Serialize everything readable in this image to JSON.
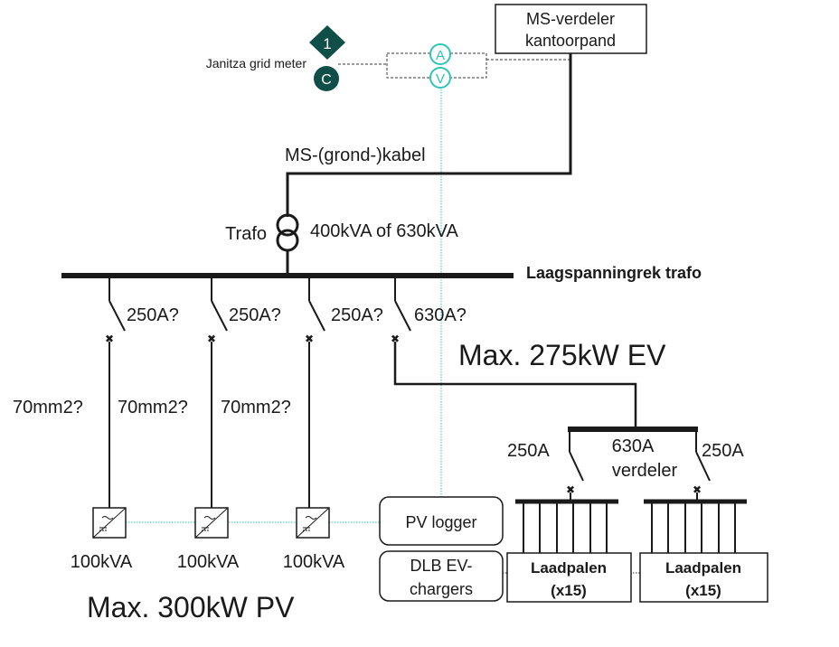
{
  "colors": {
    "line": "#1a1a1a",
    "meter": "#0f4f47",
    "teal": "#2ec4b6",
    "dash": "#3a3a3a"
  },
  "meter": {
    "label": "Janitza grid meter",
    "diamond_label": "1",
    "circle_label": "C",
    "ct_label": "A",
    "vt_label": "V"
  },
  "ms_verdeler": {
    "line1": "MS-verdeler",
    "line2": "kantoorpand"
  },
  "cable_label": "MS-(grond-)kabel",
  "trafo": {
    "label": "Trafo",
    "rating": "400kVA of 630kVA"
  },
  "busbar_label": "Laagspanningrek trafo",
  "feeders": [
    {
      "breaker": "250A?",
      "cable": "70mm2?",
      "inverter": "100kVA"
    },
    {
      "breaker": "250A?",
      "cable": "70mm2?",
      "inverter": "100kVA"
    },
    {
      "breaker": "250A?",
      "cable": "70mm2?",
      "inverter": "100kVA"
    }
  ],
  "ev_feeder": {
    "breaker": "630A?",
    "max_label": "Max. 275kW EV"
  },
  "ev_distribution": {
    "left_breaker": "250A",
    "center_line1": "630A",
    "center_line2": "verdeler",
    "right_breaker": "250A"
  },
  "pv_logger": "PV logger",
  "dlb": {
    "line1": "DLB EV-",
    "line2": "chargers"
  },
  "laadpalen": [
    {
      "line1": "Laadpalen",
      "line2": "(x15)"
    },
    {
      "line1": "Laadpalen",
      "line2": "(x15)"
    }
  ],
  "pv_max_label": "Max. 300kW PV"
}
